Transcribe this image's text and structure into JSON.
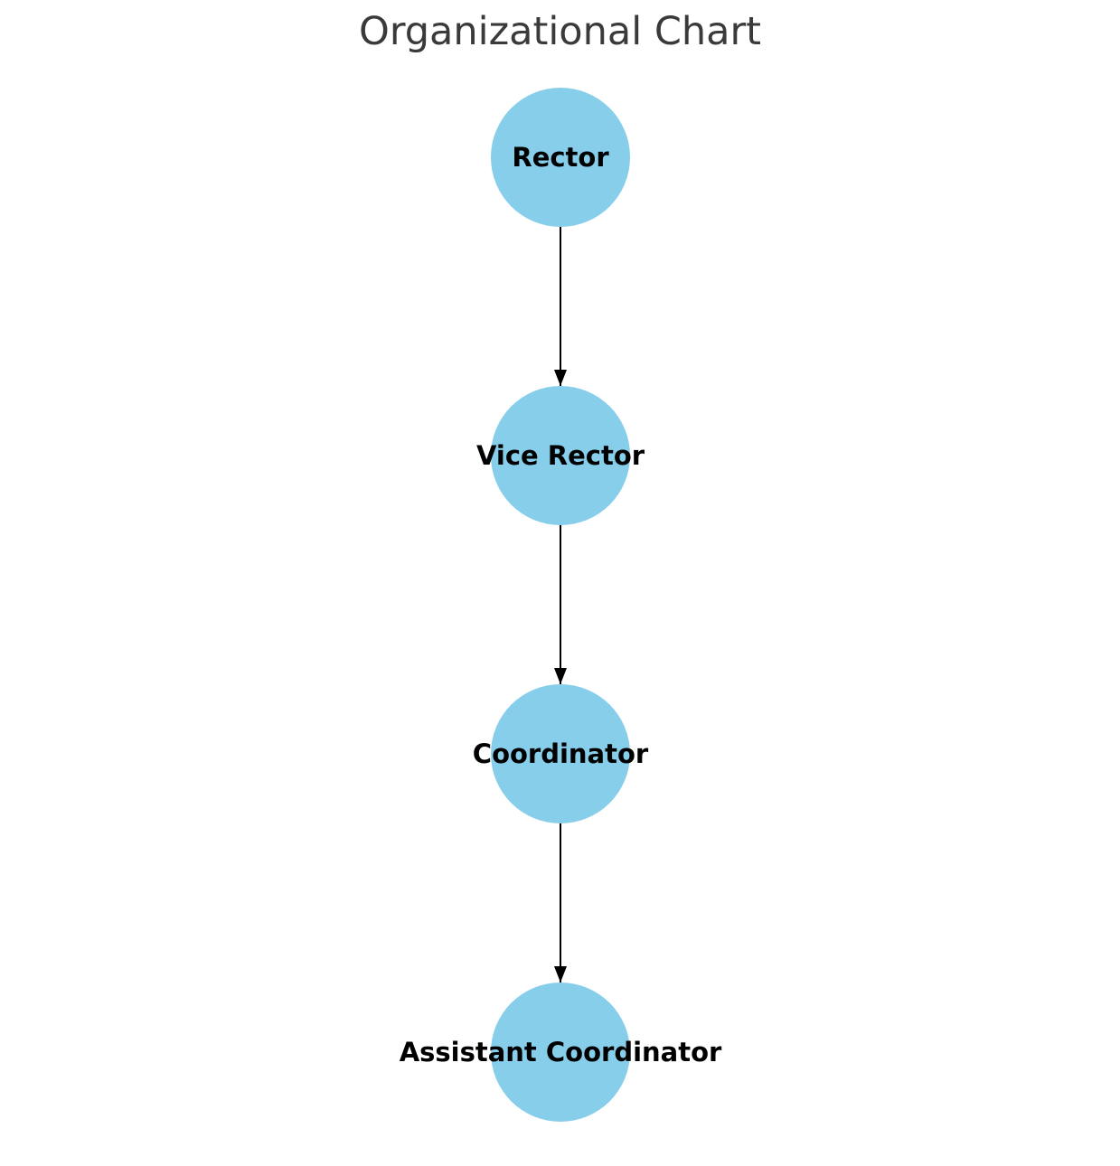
{
  "title": "Organizational Chart",
  "chart": {
    "type": "org-chart",
    "nodes": [
      {
        "id": "rector",
        "label": "Rector"
      },
      {
        "id": "vice-rector",
        "label": "Vice Rector"
      },
      {
        "id": "coordinator",
        "label": "Coordinator"
      },
      {
        "id": "assistant-coordinator",
        "label": "Assistant Coordinator"
      }
    ],
    "edges": [
      {
        "from": "Rector",
        "to": "Vice Rector"
      },
      {
        "from": "Vice Rector",
        "to": "Coordinator"
      },
      {
        "from": "Coordinator",
        "to": "Assistant Coordinator"
      }
    ]
  },
  "colors": {
    "background": "#ffffff",
    "node_fill": "#87CEEB",
    "edge": "#000000",
    "title_text": "#3a3a3a",
    "node_label": "#000000"
  }
}
